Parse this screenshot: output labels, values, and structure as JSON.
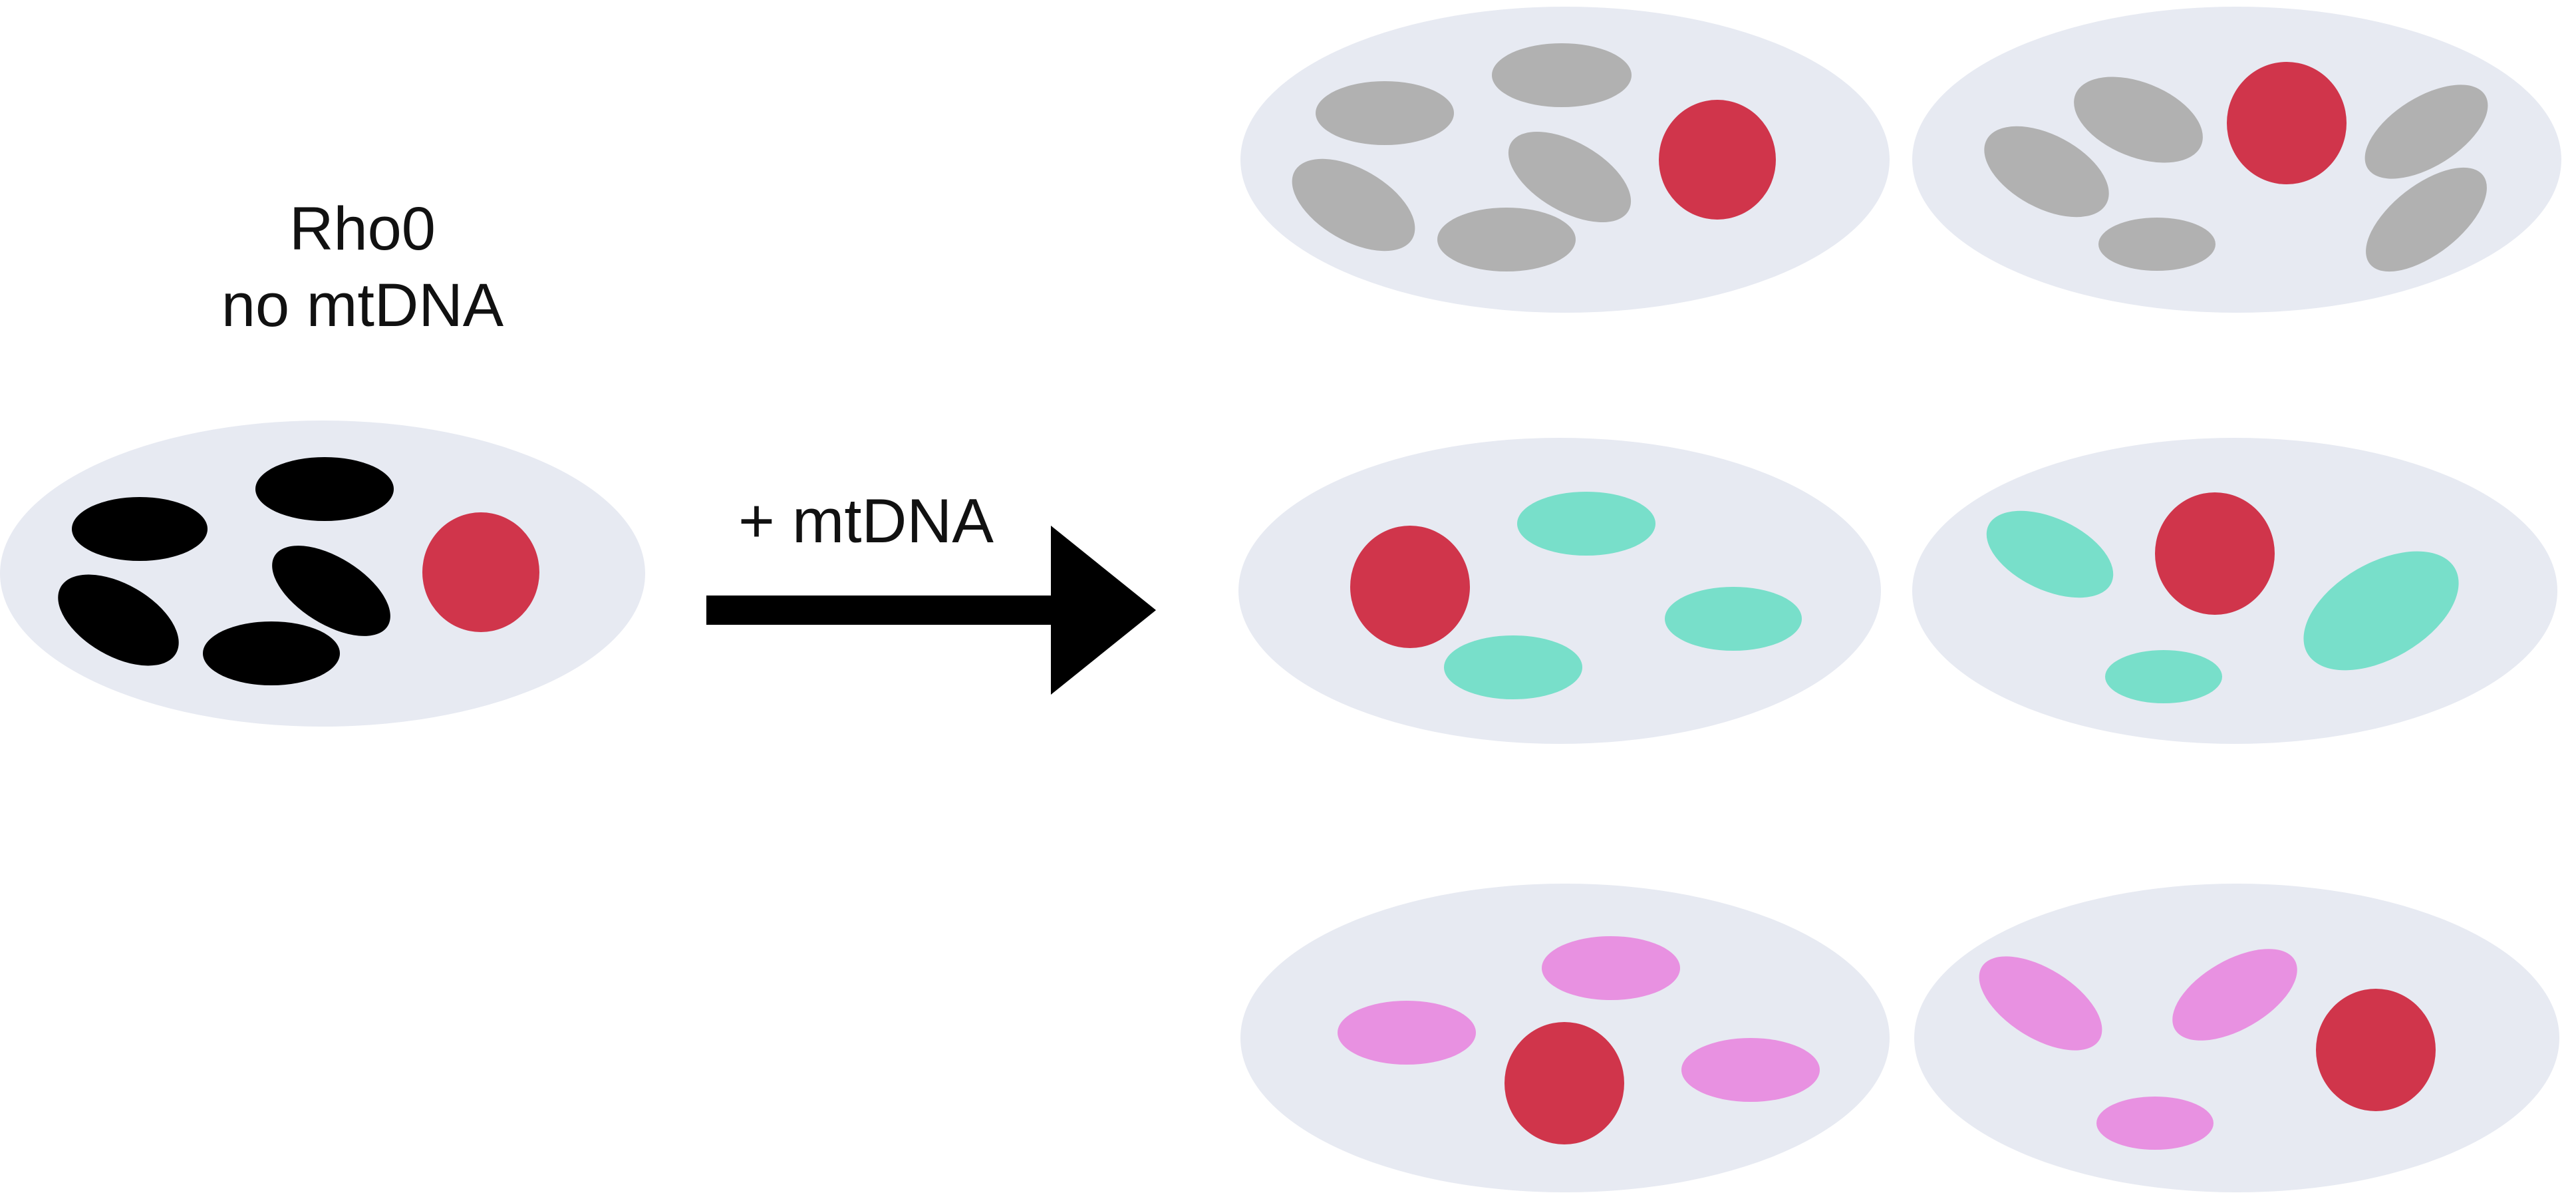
{
  "labels": {
    "rho0_line1": "Rho0",
    "rho0_line2": "no mtDNA",
    "arrow_label": "+ mtDNA"
  },
  "colors": {
    "cell": "#e7eaf2",
    "nucleus": "#d0354b",
    "rho0_mito": "#000000",
    "gray_mito": "#b1b1b1",
    "teal_mito": "#78dfca",
    "pink_mito": "#e891e1",
    "arrow": "#000000",
    "background": "#ffffff"
  },
  "cells": [
    {
      "id": "rho0-cell",
      "mito_color": "rho0_mito"
    },
    {
      "id": "gray-cell-1",
      "mito_color": "gray_mito"
    },
    {
      "id": "gray-cell-2",
      "mito_color": "gray_mito"
    },
    {
      "id": "teal-cell-1",
      "mito_color": "teal_mito"
    },
    {
      "id": "teal-cell-2",
      "mito_color": "teal_mito"
    },
    {
      "id": "pink-cell-1",
      "mito_color": "pink_mito"
    },
    {
      "id": "pink-cell-2",
      "mito_color": "pink_mito"
    }
  ]
}
